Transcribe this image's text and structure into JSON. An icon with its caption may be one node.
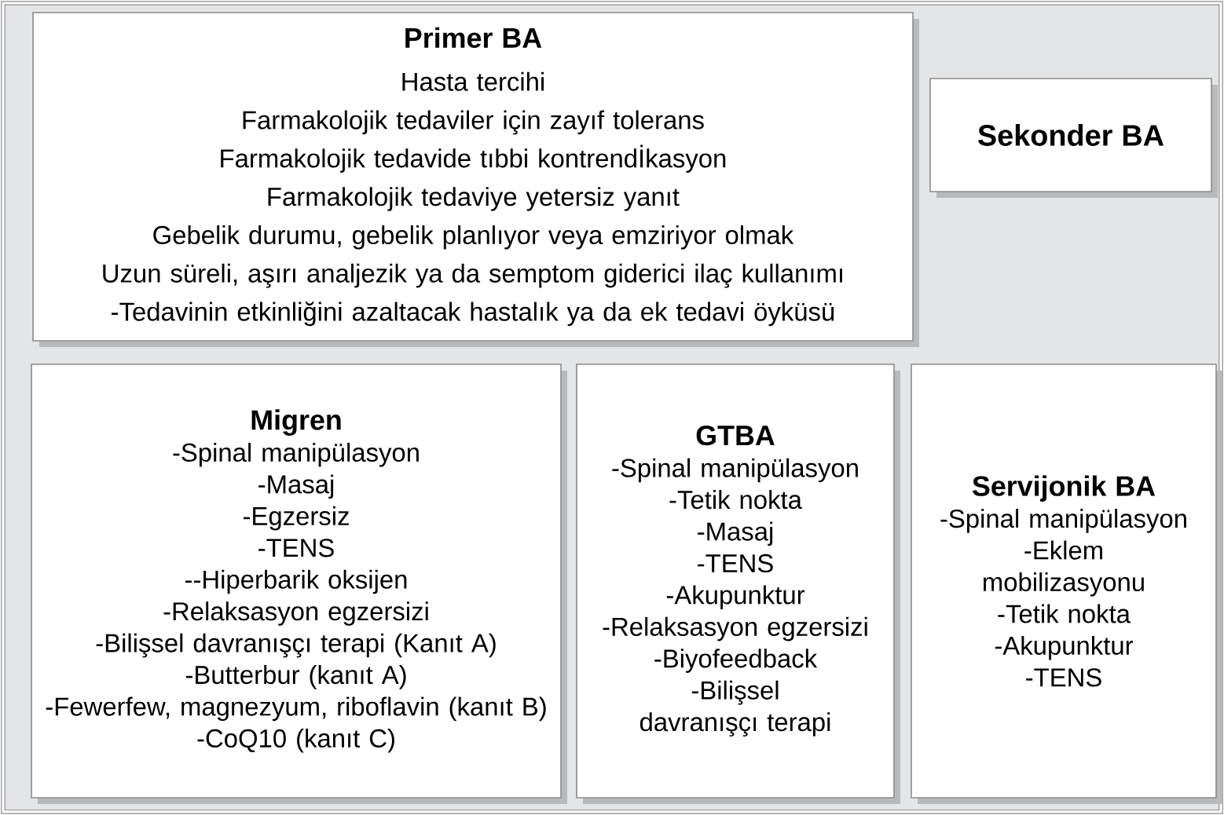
{
  "diagram": {
    "nodes": [
      {
        "text": [
          "Primer BA",
          "Hasta tercihi",
          "Farmakolojik tedaviler için zayıf tolerans",
          "Farmakolojik tedavide tıbbi kontrendİkasyon",
          "Farmakolojik tedaviye yetersiz yanıt",
          "Gebelik durumu, gebelik planlıyor veya emziriyor olmak",
          "Uzun süreli, aşırı analjezik ya da semptom giderici ilaç  kullanımı",
          "-Tedavinin etkinliğini azaltacak hastalık ya da ek tedavi öyküsü"
        ]
      },
      {
        "text": [
          "Sekonder BA"
        ]
      },
      {
        "text": [
          "Migren",
          "-Spinal  manipülasyon",
          "-Masaj",
          "-Egzersiz",
          "-TENS",
          "--Hiperbarik oksijen",
          "-Relaksasyon egzersizi",
          "-Bilişsel davranışçı terapi (Kanıt A)",
          "-Butterbur (kanıt A)",
          "-Fewerfew, magnezyum, riboflavin (kanıt B)",
          "-CoQ10 (kanıt C)"
        ]
      },
      {
        "text": [
          "GTBA",
          "-Spinal manipülasyon",
          "-Tetik nokta",
          "-Masaj",
          "-TENS",
          "-Akupunktur",
          "-Relaksasyon egzersizi",
          "-Biyofeedback",
          "-Bilişsel davranışçı terapi"
        ]
      },
      {
        "text": [
          "Servijonik BA",
          "-Spinal manipülasyon",
          "-Eklem mobilizasyonu",
          "-Tetik nokta",
          "-Akupunktur",
          "-TENS"
        ]
      }
    ]
  }
}
